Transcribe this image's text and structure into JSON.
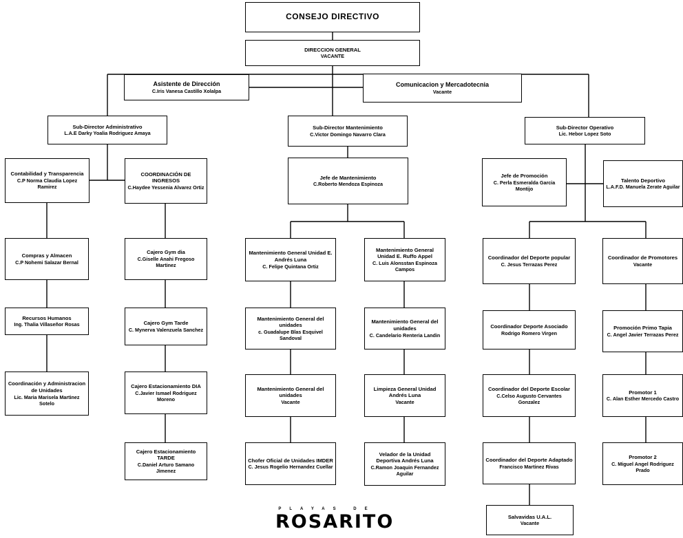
{
  "boxes": {
    "consejo": {
      "title": "CONSEJO DIRECTIVO",
      "name": ""
    },
    "direccion": {
      "title": "DIRECCION GENERAL",
      "name": "VACANTE"
    },
    "asistente": {
      "title": "Asistente de Dirección",
      "name": "C.Iris Vanesa Castillo Xolalpa"
    },
    "comunicacion": {
      "title": "Comunicacion y Mercadotecnia",
      "name": "Vacante"
    },
    "sub_admin": {
      "title": "Sub-Director Administrativo",
      "name": "L.A.E Darky Yoalia Rodriguez Amaya"
    },
    "sub_mant": {
      "title": "Sub-Director Mantenimiento",
      "name": "C.Victor Domingo Navarro Clara"
    },
    "sub_oper": {
      "title": "Sub-Director Operativo",
      "name": "Lic. Hebor Lopez Soto"
    },
    "contabilidad": {
      "title": "Contabilidad y Transparencia",
      "name": "C.P Norma Claudia Lopez Ramirez"
    },
    "coord_ingresos": {
      "title": "COORDINACIÓN DE INGRESOS",
      "name": "C.Haydee Yessenia Alvarez Ortiz"
    },
    "jefe_mant": {
      "title": "Jefe de Mantenimiento",
      "name": "C.Roberto Mendoza Espinoza"
    },
    "jefe_promocion": {
      "title": "Jefe de Promoción",
      "name": "C. Perla Esmeralda Garcia Montijo"
    },
    "talento": {
      "title": "Talento Deportivo",
      "name": "L.A.F.D. Manuela Zerate Aguilar"
    },
    "compras": {
      "title": "Compras y Almacen",
      "name": "C.P Nohemi Salazar Bernal"
    },
    "rh": {
      "title": "Recursos Humanos",
      "name": "Ing. Thalia Villaseñor Rosas"
    },
    "coord_admin": {
      "title": "Coordinación y Administracion de Unidades",
      "name": "Lic. Maria Marisela Martinez Sotelo"
    },
    "cajero_dia": {
      "title": "Cajero Gym dia",
      "name": "C.Giselle Anahi Fregoso Martinez"
    },
    "cajero_tarde": {
      "title": "Cajero Gym Tarde",
      "name": "C. Mynerva Valenzuela Sanchez"
    },
    "estac_dia": {
      "title": "Cajero Estacionamiento DIA",
      "name": "C.Javier Ismael Rodriguez Moreno"
    },
    "estac_tarde": {
      "title": "Cajero Estacionamiento TARDE",
      "name": "C.Daniel Arturo Samano Jimenez"
    },
    "mant_am1": {
      "title": "Mantenimiento General Unidad E. Andrés Luna",
      "name": "C. Felipe Quintana Ortiz"
    },
    "mant_ru": {
      "title": "Mantenimiento General Unidad E. Ruffo Appel",
      "name": "C. Luis Alonsstan Espinoza Campos"
    },
    "mant_u1": {
      "title": "Mantenimiento General del unidades",
      "name": "c. Guadalupe Blas Esquivel Sandoval"
    },
    "mant_u2": {
      "title": "Mantenimiento General del unidades",
      "name": "C. Candelario Renteria Landin"
    },
    "mant_u3": {
      "title": "Mantenimiento General del unidades",
      "name": "Vacante"
    },
    "limpieza": {
      "title": "Limpieza General Unidad Andrés Luna",
      "name": "Vacante"
    },
    "chofer": {
      "title": "Chofer Oficial de Unidades IMDER",
      "name": "C. Jesus Rogelio Hernandez Cuellar"
    },
    "velador": {
      "title": "Velador de la Unidad Deportiva Andrés Luna",
      "name": "C.Ramon Joaquin Fernandez Aguilar"
    },
    "coord_popular": {
      "title": "Coordinador del Deporte popular",
      "name": "C. Jesus Terrazas Perez"
    },
    "coord_promotores": {
      "title": "Coordinador de Promotores",
      "name": "Vacante"
    },
    "coord_asociado": {
      "title": "Coordinador Deporte Asociado",
      "name": "Rodrigo Romero Virgen"
    },
    "promocion_tapia": {
      "title": "Promoción Primo Tapia",
      "name": "C. Angel Javier Terrazas Perez"
    },
    "coord_escolar": {
      "title": "Coordinador del Deporte Escolar",
      "name": "C.Celso Augusto Cervantes Gonzalez"
    },
    "promotor1": {
      "title": "Promotor 1",
      "name": "C. Alan Esther Mercedo Castro"
    },
    "coord_adaptado": {
      "title": "Coordinador del Deporte Adaptado",
      "name": "Francisco Martinez Rivas"
    },
    "promotor2": {
      "title": "Promotor 2",
      "name": "C. Miguel Angel Rodriguez Prado"
    },
    "salvavidas": {
      "title": "Salvavidas U.A.L.",
      "name": "Vacante"
    }
  },
  "logo": {
    "subtitle": "PLAYAS DE",
    "title": "ROSARITO"
  }
}
